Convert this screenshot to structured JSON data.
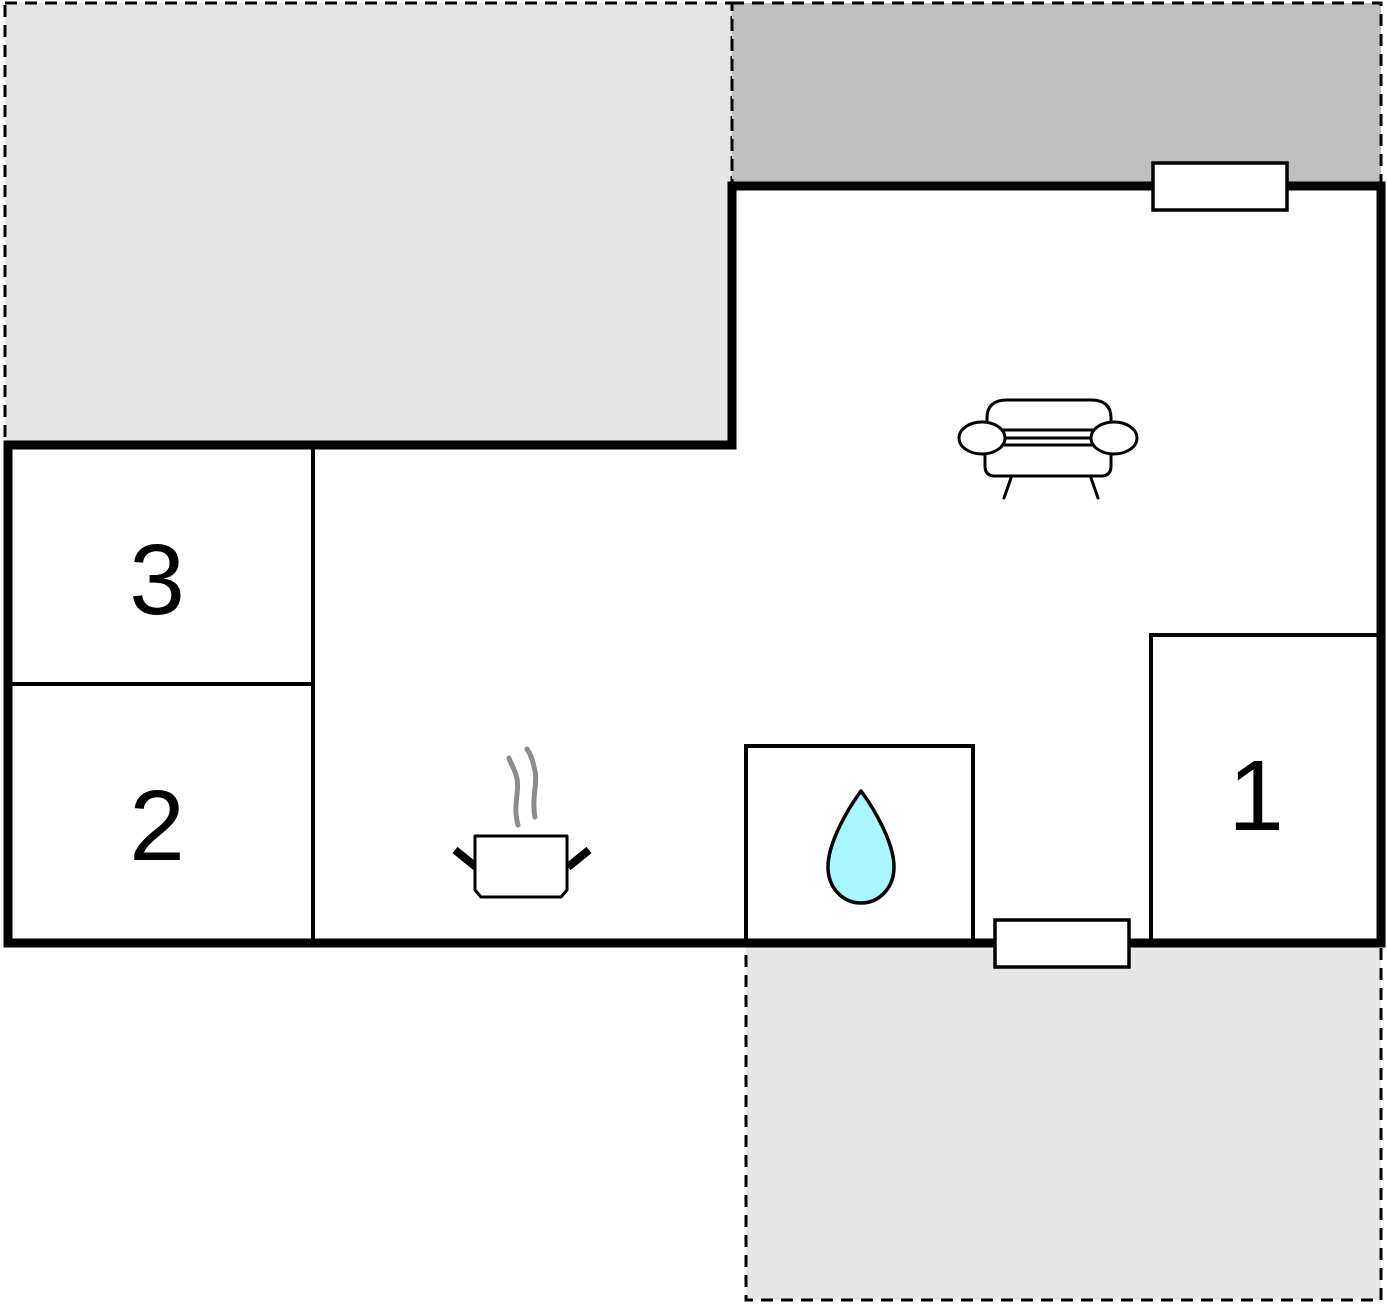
{
  "rooms": {
    "room_1": {
      "label": "1"
    },
    "room_2": {
      "label": "2"
    },
    "room_3": {
      "label": "3"
    }
  },
  "icons": {
    "sofa": "sofa-icon",
    "kitchen": "cooking-pot-icon",
    "bathroom": "water-drop-icon",
    "window": "window-icon"
  },
  "colors": {
    "wall": "#000000",
    "floor": "#ffffff",
    "terrace_light": "#e6e6e6",
    "terrace_dark": "#c0c0c0",
    "water": "#aaf6ff",
    "steam": "#8c8c8c"
  }
}
